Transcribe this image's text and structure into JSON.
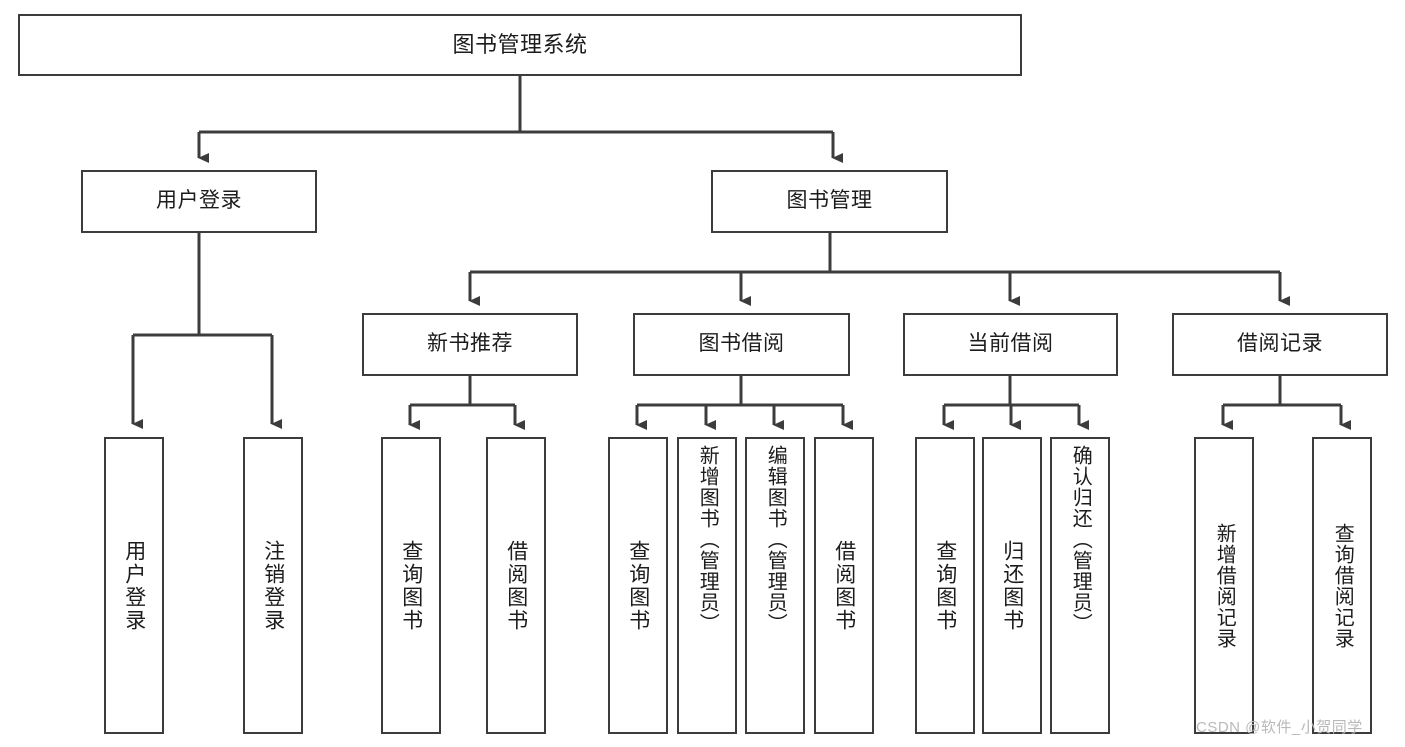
{
  "diagram": {
    "type": "tree-hierarchy",
    "title": "图书管理系统",
    "root": {
      "label": "图书管理系统"
    },
    "level2": [
      {
        "label": "用户登录"
      },
      {
        "label": "图书管理"
      }
    ],
    "level3": [
      {
        "label": "新书推荐"
      },
      {
        "label": "图书借阅"
      },
      {
        "label": "当前借阅"
      },
      {
        "label": "借阅记录"
      }
    ],
    "leaves": {
      "user_login": [
        {
          "label": "用户登录"
        },
        {
          "label": "注销登录"
        }
      ],
      "new_book_recommend": [
        {
          "label": "查询图书"
        },
        {
          "label": "借阅图书"
        }
      ],
      "book_borrow": [
        {
          "label": "查询图书"
        },
        {
          "label": "新增图书（管理员）"
        },
        {
          "label": "编辑图书（管理员）"
        },
        {
          "label": "借阅图书"
        }
      ],
      "current_borrow": [
        {
          "label": "查询图书"
        },
        {
          "label": "归还图书"
        },
        {
          "label": "确认归还（管理员）"
        }
      ],
      "borrow_record": [
        {
          "label": "新增借阅记录"
        },
        {
          "label": "查询借阅记录"
        }
      ]
    }
  },
  "watermark": {
    "text": "CSDN @软件_小贺同学"
  },
  "colors": {
    "node_border": "#3c3c3c",
    "node_fill": "#ffffff",
    "connector": "#3c3c3c",
    "text": "#1c1c1c",
    "watermark": "#b9b9b9",
    "background": "#ffffff"
  }
}
